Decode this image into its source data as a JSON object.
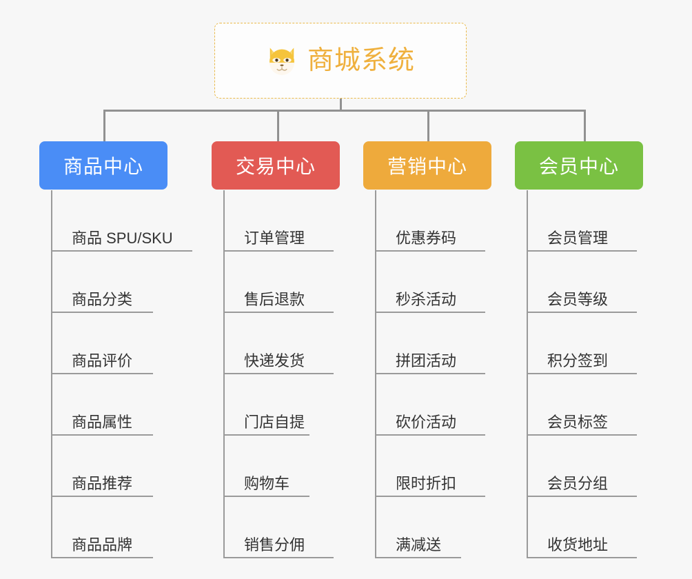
{
  "root": {
    "title": "商城系统",
    "icon": "shiba-dog-icon",
    "border_color": "#e9b949",
    "text_color": "#efb03d"
  },
  "palette": {
    "background": "#f7f7f7",
    "line": "#919191",
    "rule": "#9a9a9a",
    "item_text": "#333333"
  },
  "columns": [
    {
      "title": "商品中心",
      "color": "#4a8df6",
      "items": [
        "商品 SPU/SKU",
        "商品分类",
        "商品评价",
        "商品属性",
        "商品推荐",
        "商品品牌"
      ]
    },
    {
      "title": "交易中心",
      "color": "#e25a54",
      "items": [
        "订单管理",
        "售后退款",
        "快递发货",
        "门店自提",
        "购物车",
        "销售分佣"
      ]
    },
    {
      "title": "营销中心",
      "color": "#eeaa3c",
      "items": [
        "优惠券码",
        "秒杀活动",
        "拼团活动",
        "砍价活动",
        "限时折扣",
        "满减送"
      ]
    },
    {
      "title": "会员中心",
      "color": "#7ac143",
      "items": [
        "会员管理",
        "会员等级",
        "积分签到",
        "会员标签",
        "会员分组",
        "收货地址"
      ]
    }
  ]
}
